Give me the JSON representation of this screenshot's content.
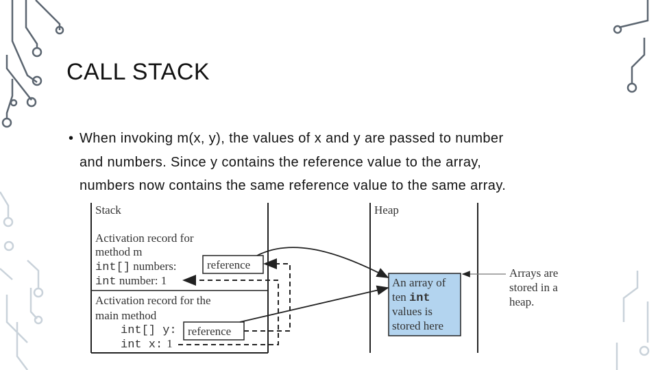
{
  "slide": {
    "title": "CALL STACK",
    "bullet_lines": [
      "When invoking m(x, y), the values of x and y are passed to number",
      "and numbers. Since y contains the reference value to the array,",
      "numbers now contains the same reference value to the same array."
    ]
  },
  "diagram": {
    "stack_label": "Stack",
    "heap_label": "Heap",
    "frame_m": {
      "title_line1": "Activation record for",
      "title_line2": "method m",
      "numbers_type": "int[]",
      "numbers_name": " numbers:",
      "number_type": "int",
      "number_name": " number: 1",
      "ref_label": "reference"
    },
    "frame_main": {
      "title_line1": "Activation record for the",
      "title_line2": "main method",
      "y_decl": "int[] y:",
      "x_decl": "int x:",
      "x_value": "1",
      "ref_label": "reference"
    },
    "array_box": {
      "line1": "An array of",
      "line2_prefix": "ten ",
      "line2_mono": "int",
      "line3": "values is",
      "line4": "stored here"
    },
    "note": {
      "line1": "Arrays are",
      "line2": "stored in a",
      "line3": "heap."
    }
  },
  "colors": {
    "array_fill": "#b3d4ef",
    "circuit": "#c9d2da",
    "circuit_dark": "#5b6570"
  }
}
